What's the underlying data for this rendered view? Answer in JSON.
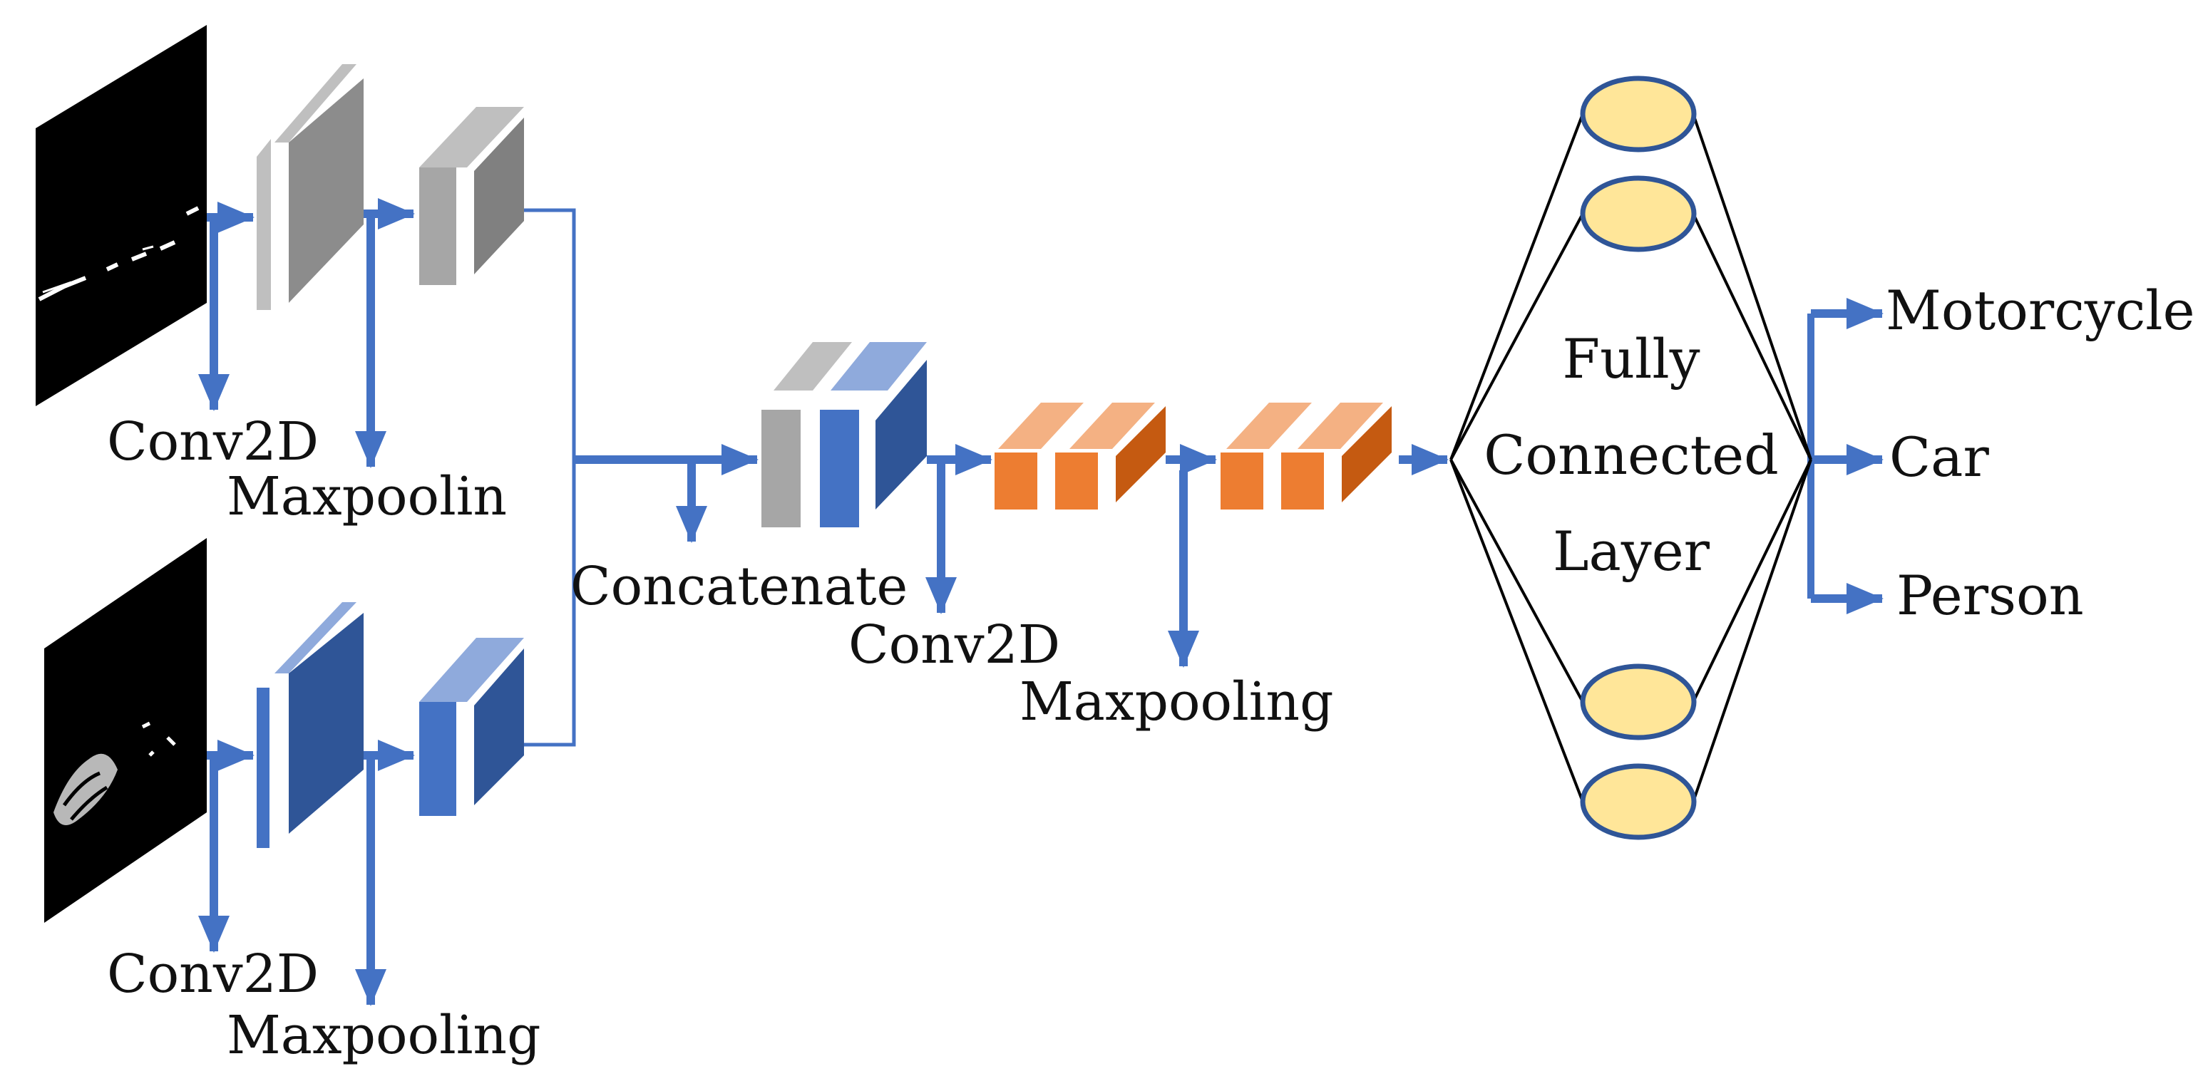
{
  "colors": {
    "arrow": "#4472C4",
    "gray_front": "#A6A6A6",
    "gray_side": "#808080",
    "gray_top": "#BFBFBF",
    "blue_front": "#4472C4",
    "blue_side": "#2F5597",
    "blue_top": "#8FAADC",
    "orange_front": "#ED7D31",
    "orange_side": "#C55A11",
    "orange_top": "#F4B183",
    "neuron_fill": "#FFE699",
    "neuron_stroke": "#2F5597"
  },
  "branch_top": {
    "conv_label": "Conv2D",
    "pool_label": "Maxpoolin"
  },
  "branch_bottom": {
    "conv_label": "Conv2D",
    "pool_label": "Maxpooling"
  },
  "merge": {
    "concat_label": "Concatenate",
    "conv_label": "Conv2D",
    "pool_label": "Maxpooling"
  },
  "fc": {
    "line1": "Fully",
    "line2": "Connected",
    "line3": "Layer"
  },
  "outputs": [
    "Motorcycle",
    "Car",
    "Person"
  ]
}
